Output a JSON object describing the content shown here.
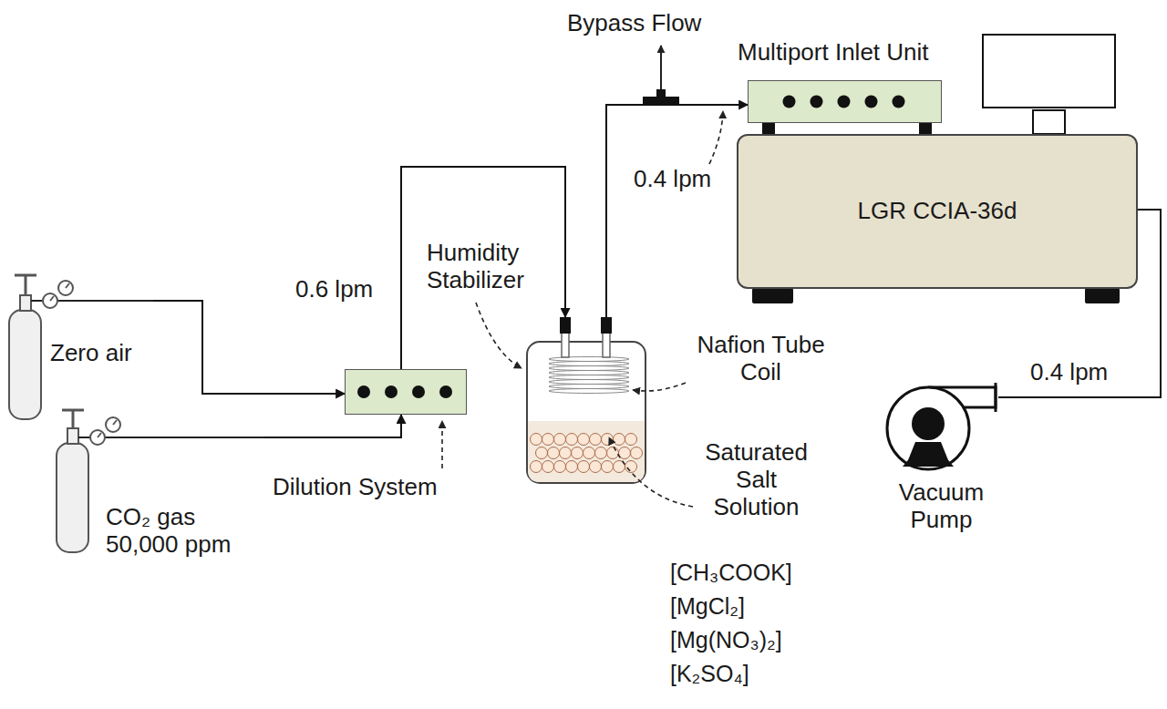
{
  "diagram": {
    "nodes": [
      {
        "text": [
          "Zero air"
        ]
      },
      {
        "text": [
          "CO₂ gas 50,000 ppm"
        ]
      },
      {
        "text": [
          "Dilution System"
        ]
      },
      {
        "text": [
          "Humidity Stabilizer"
        ]
      },
      {
        "text": [
          "Multiport Inlet Unit"
        ]
      },
      {
        "text": [
          "LGR CCIA-36d"
        ]
      },
      {
        "text": [
          "Vacuum Pump"
        ]
      }
    ],
    "edges": [
      {
        "from": 0,
        "to": 2,
        "arrow": "to"
      },
      {
        "from": 1,
        "to": 2,
        "arrow": "to"
      },
      {
        "from": 2,
        "to": 3,
        "arrow": "to",
        "label": "0.6 lpm"
      },
      {
        "from": 3,
        "to": 4,
        "arrow": "to",
        "label": "0.4 lpm"
      },
      {
        "from": 5,
        "to": 6,
        "arrow": "none",
        "label": "0.4 lpm"
      }
    ],
    "labels": [
      "Bypass Flow",
      "Nafion Tube Coil",
      "Saturated Salt Solution",
      "[CH₃COOK]",
      "[MgCl₂]",
      "[Mg(NO₃)₂]",
      "[K₂SO₄]"
    ]
  }
}
